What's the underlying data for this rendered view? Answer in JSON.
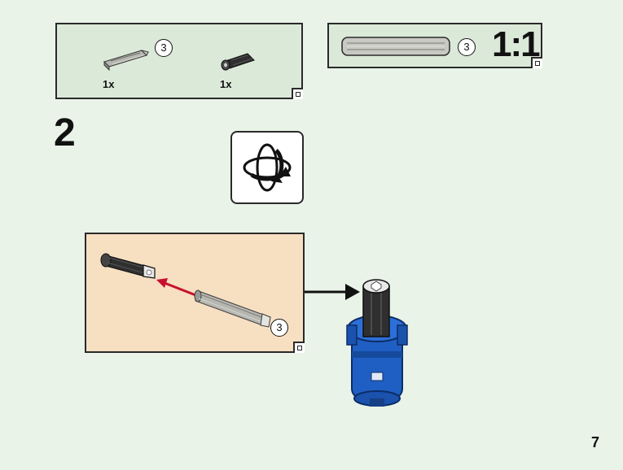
{
  "parts_list": {
    "items": [
      {
        "part": "grey-axle-3",
        "length": "3",
        "quantity": "1x"
      },
      {
        "part": "black-axle-connector",
        "length": "",
        "quantity": "1x"
      }
    ]
  },
  "scale_reference": {
    "part": "grey-axle-3",
    "length": "3",
    "scale_label": "1:1"
  },
  "step": {
    "number": "2",
    "rotate_icon": "rotate-model-icon",
    "subassembly": {
      "axle_length": "3",
      "arrow_color": "#c8102e"
    }
  },
  "page": {
    "number": "7"
  },
  "colors": {
    "background": "#e9f3e8",
    "parts_panel": "#dbe9d9",
    "subassembly_panel": "#f7dfc2",
    "grey_part": "#a9a9a3",
    "black_part": "#2b2b2b",
    "blue_part": "#1f5fc4",
    "arrow_red": "#c8102e"
  }
}
